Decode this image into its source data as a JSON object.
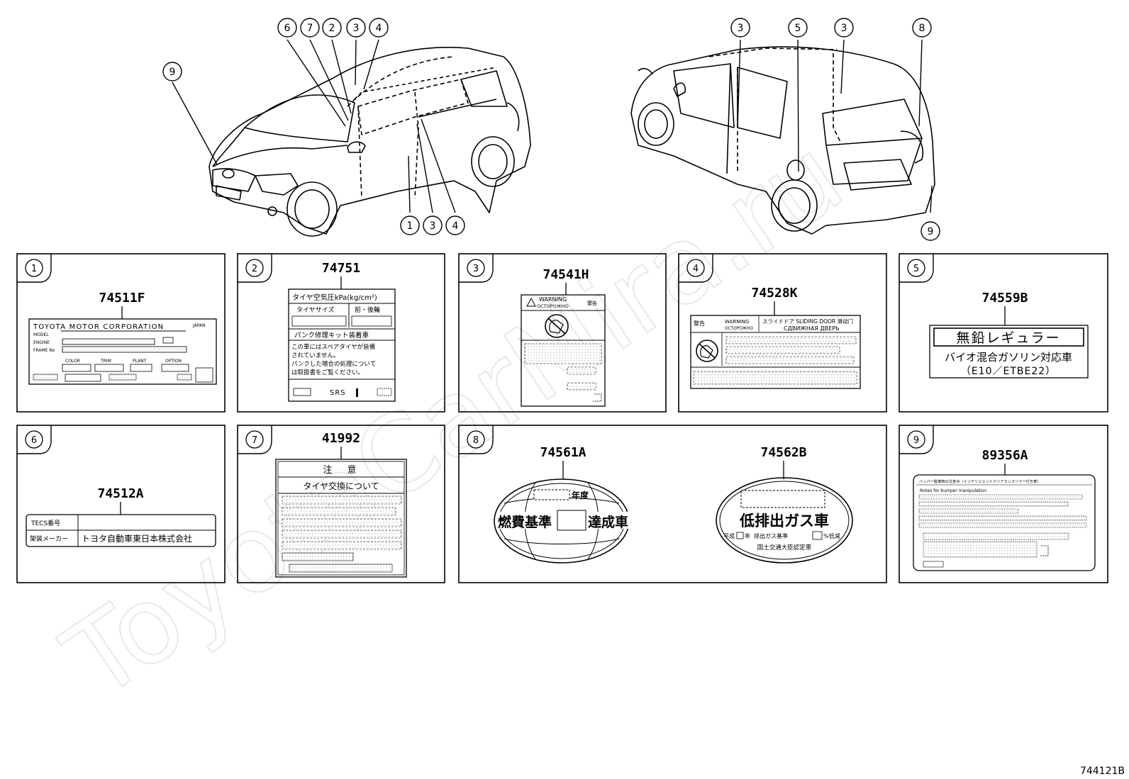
{
  "watermark": "ToyotaCarMira.ru",
  "drawing_code": "744121B",
  "callouts": {
    "front": [
      "9",
      "6",
      "7",
      "2",
      "3",
      "4"
    ],
    "front_bottom": [
      "1",
      "3",
      "4"
    ],
    "rear": [
      "3",
      "5",
      "3",
      "8"
    ],
    "rear_bottom": [
      "9"
    ]
  },
  "panels": [
    {
      "num": "1",
      "part": "74511F",
      "texts": {
        "corp": "TOYOTA MOTOR CORPORATION",
        "country": "JAPAN",
        "model": "MODEL",
        "engine": "ENGINE",
        "frame": "FRAME No",
        "color": "COLOR",
        "trim": "TRIM",
        "plant": "PLANT",
        "option": "OPTION"
      }
    },
    {
      "num": "2",
      "part": "74751",
      "texts": {
        "title": "タイヤ空気圧kPa(kg/cm²)",
        "size": "タイヤサイズ",
        "fr": "前・後輪",
        "kit": "パンク修理キット装着車",
        "body": [
          "この車にはスペアタイヤが装備",
          "されていません。",
          "パンクした場合の処理について",
          "は取扱書をご覧ください。"
        ],
        "srs": "SRS"
      }
    },
    {
      "num": "3",
      "part": "74541H",
      "texts": {
        "warn": "WARNING",
        "ru": "ОСТОРОЖНО",
        "jp": "警告"
      }
    },
    {
      "num": "4",
      "part": "74528K",
      "texts": {
        "jp": "警告",
        "warn": "WARNING",
        "ru": "ОСТОРОЖНО",
        "door": "スライドドア SLIDING DOOR 滑动门",
        "ru_door": "СДВИЖНАЯ ДВЕРЬ"
      }
    },
    {
      "num": "5",
      "part": "74559B",
      "texts": {
        "l1": "無鉛レギュラー",
        "l2": "バイオ混合ガソリン対応車",
        "l3": "（E10／ETBE22）"
      }
    },
    {
      "num": "6",
      "part": "74512A",
      "texts": {
        "r1": "TECS番号",
        "r2": "架装メーカー",
        "maker": "トヨタ自動車東日本株式会社"
      }
    },
    {
      "num": "7",
      "part": "41992",
      "texts": {
        "title": "注　意",
        "sub": "タイヤ交換について"
      }
    },
    {
      "num": "8",
      "parts": [
        "74561A",
        "74562B"
      ],
      "texts": {
        "year": "年度",
        "fuel_l": "燃費基準",
        "fuel_r": "達成車",
        "low": "低排出ガス車",
        "heisei": "平成",
        "nen": "年",
        "std": "排出ガス基準",
        "pct": "%低減",
        "mlit": "国土交通大臣認定車"
      }
    },
    {
      "num": "9",
      "part": "89356A",
      "texts": {
        "top": "バンパー脱着時の注意点（インテリジェントクリアランスソナー付き車）",
        "notes": "Notes for bumper manipulation"
      }
    }
  ]
}
